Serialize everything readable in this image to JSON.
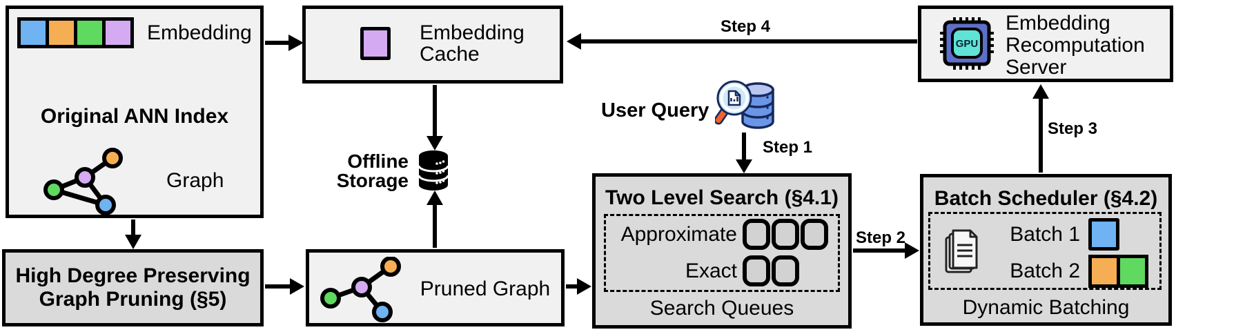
{
  "figure": {
    "ann_index": {
      "title": "Original ANN Index",
      "embedding_label": "Embedding",
      "graph_label": "Graph"
    },
    "embedding_cache": {
      "line1": "Embedding",
      "line2": "Cache"
    },
    "offline_storage": {
      "line1": "Offline",
      "line2": "Storage"
    },
    "user_query": {
      "label": "User Query"
    },
    "recomputation_server": {
      "line1": "Embedding",
      "line2": "Recomputation",
      "line3": "Server",
      "gpu_label": "GPU"
    },
    "high_degree_pruning": {
      "line1": "High Degree Preserving",
      "line2": "Graph Pruning (§5)"
    },
    "pruned_graph": {
      "label": "Pruned Graph"
    },
    "two_level_search": {
      "title": "Two Level Search (§4.1)",
      "approximate_label": "Approximate",
      "exact_label": "Exact",
      "approximate_slot_count": 3,
      "exact_slot_count": 2,
      "footer": "Search Queues"
    },
    "batch_scheduler": {
      "title": "Batch Scheduler (§4.2)",
      "batch1_label": "Batch 1",
      "batch2_label": "Batch 2",
      "footer": "Dynamic Batching"
    },
    "steps": {
      "step1": "Step 1",
      "step2": "Step 2",
      "step3": "Step 3",
      "step4": "Step 4"
    },
    "colors": {
      "blue": "#6fb3f2",
      "orange": "#f6ae55",
      "green": "#5fd95f",
      "purple": "#d4aaf2",
      "box_light": "#f1f1f1",
      "box_dark": "#dadada",
      "slot_fill": "#d2d2d2",
      "gpu_chip": "#5d6fc9",
      "gpu_core": "#5fe3d6",
      "query_db": "#6b96e8",
      "query_db_top": "#b9c7f0",
      "query_outline": "#16295c",
      "magnifier_ring": "#1d4e8f",
      "magnifier_lens": "#cfe9fa",
      "magnifier_handle": "#f0632a"
    },
    "icons": [
      "embedding-strip-icon",
      "graph-icon",
      "pruned-graph-icon",
      "cached-embedding-icon",
      "database-icon",
      "query-magnifier-database-icon",
      "gpu-chip-icon",
      "documents-icon",
      "batch1-square-icon",
      "batch2-squares-icon",
      "queue-slot-icon"
    ]
  }
}
